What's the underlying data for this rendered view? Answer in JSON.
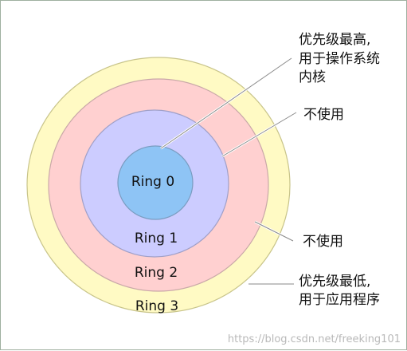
{
  "diagram": {
    "rings": [
      {
        "label": "Ring 3",
        "fill": "#fffac4",
        "stroke": "#c8c48a"
      },
      {
        "label": "Ring 2",
        "fill": "#ffd0d0",
        "stroke": "#c9a8a8"
      },
      {
        "label": "Ring 1",
        "fill": "#ccccff",
        "stroke": "#a0a0c8"
      },
      {
        "label": "Ring 0",
        "fill": "#8ec4f5",
        "stroke": "#7a9cc0"
      }
    ],
    "annotations": {
      "highest": [
        "优先级最高,",
        "用于操作系统",
        "内核"
      ],
      "unused_1": "不使用",
      "unused_2": "不使用",
      "lowest": [
        "优先级最低,",
        "用于应用程序"
      ]
    },
    "watermark": "https://blog.csdn.net/freeking101"
  }
}
